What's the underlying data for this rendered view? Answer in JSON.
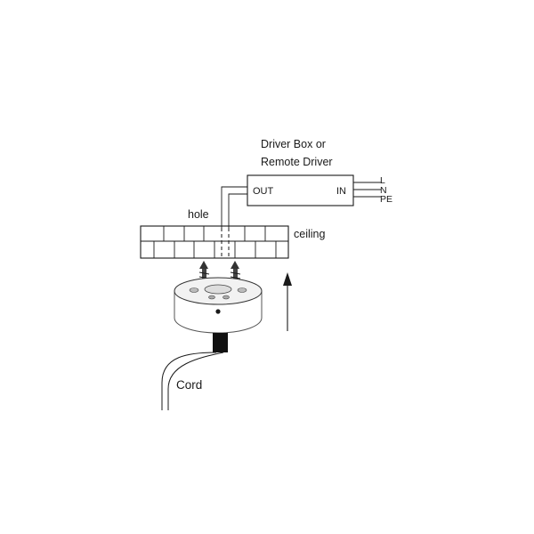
{
  "driver_box": {
    "title_line1": "Driver Box or",
    "title_line2": "Remote Driver",
    "out_label": "OUT",
    "in_label": "IN"
  },
  "wires": {
    "live": "L",
    "neutral": "N",
    "earth": "PE"
  },
  "labels": {
    "hole": "hole",
    "ceiling": "ceiling",
    "cord": "Cord"
  },
  "colors": {
    "ink": "#1a1a1a"
  }
}
